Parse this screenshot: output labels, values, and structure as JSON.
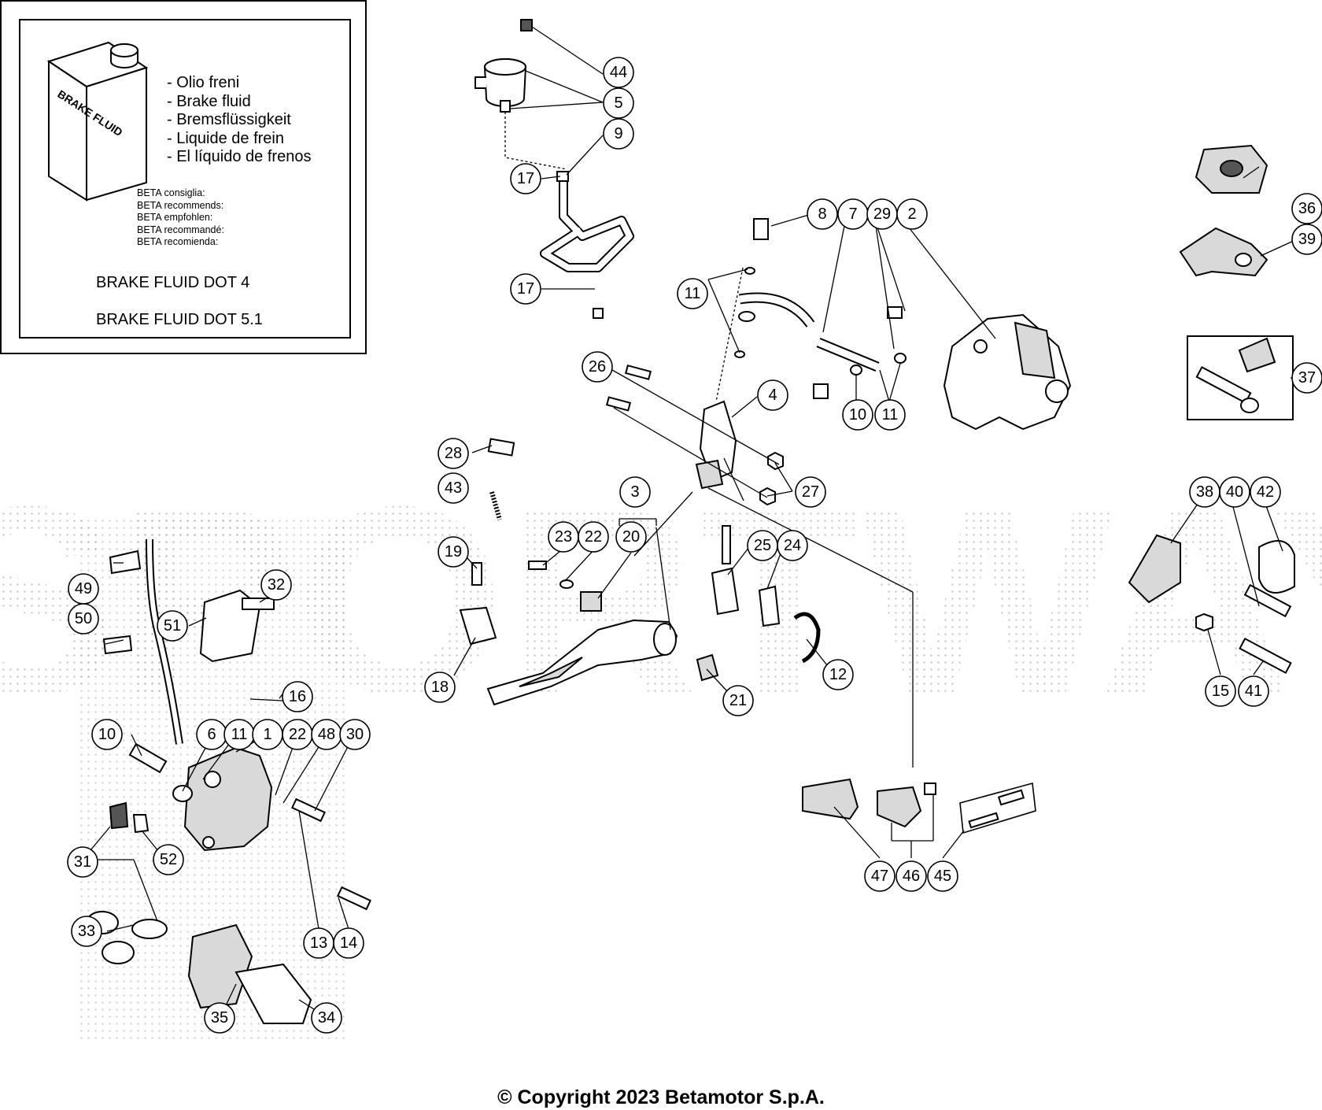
{
  "info_box": {
    "can_label": "BRAKE FLUID",
    "fluid_names": [
      "- Olio freni",
      "- Brake fluid",
      "- Bremsflüssigkeit",
      "- Liquide de frein",
      "- El líquido de frenos"
    ],
    "recommends": [
      "BETA consiglia:",
      "BETA recommends:",
      "BETA empfohlen:",
      "BETA recommandé:",
      "BETA recomienda:"
    ],
    "spec_1": "BRAKE FLUID DOT 4",
    "spec_2": "BRAKE FLUID DOT 5.1"
  },
  "callout_numbers": [
    "1",
    "2",
    "3",
    "4",
    "5",
    "6",
    "7",
    "8",
    "9",
    "10",
    "11",
    "12",
    "13",
    "14",
    "15",
    "16",
    "17",
    "18",
    "19",
    "20",
    "21",
    "22",
    "23",
    "24",
    "25",
    "26",
    "27",
    "28",
    "29",
    "30",
    "31",
    "32",
    "33",
    "34",
    "35",
    "36",
    "37",
    "38",
    "39",
    "40",
    "41",
    "42",
    "43",
    "44",
    "45",
    "46",
    "47",
    "48",
    "49",
    "50",
    "51",
    "52"
  ],
  "watermark": "SPORTWAY",
  "copyright": "© Copyright 2023 Betamotor S.p.A."
}
